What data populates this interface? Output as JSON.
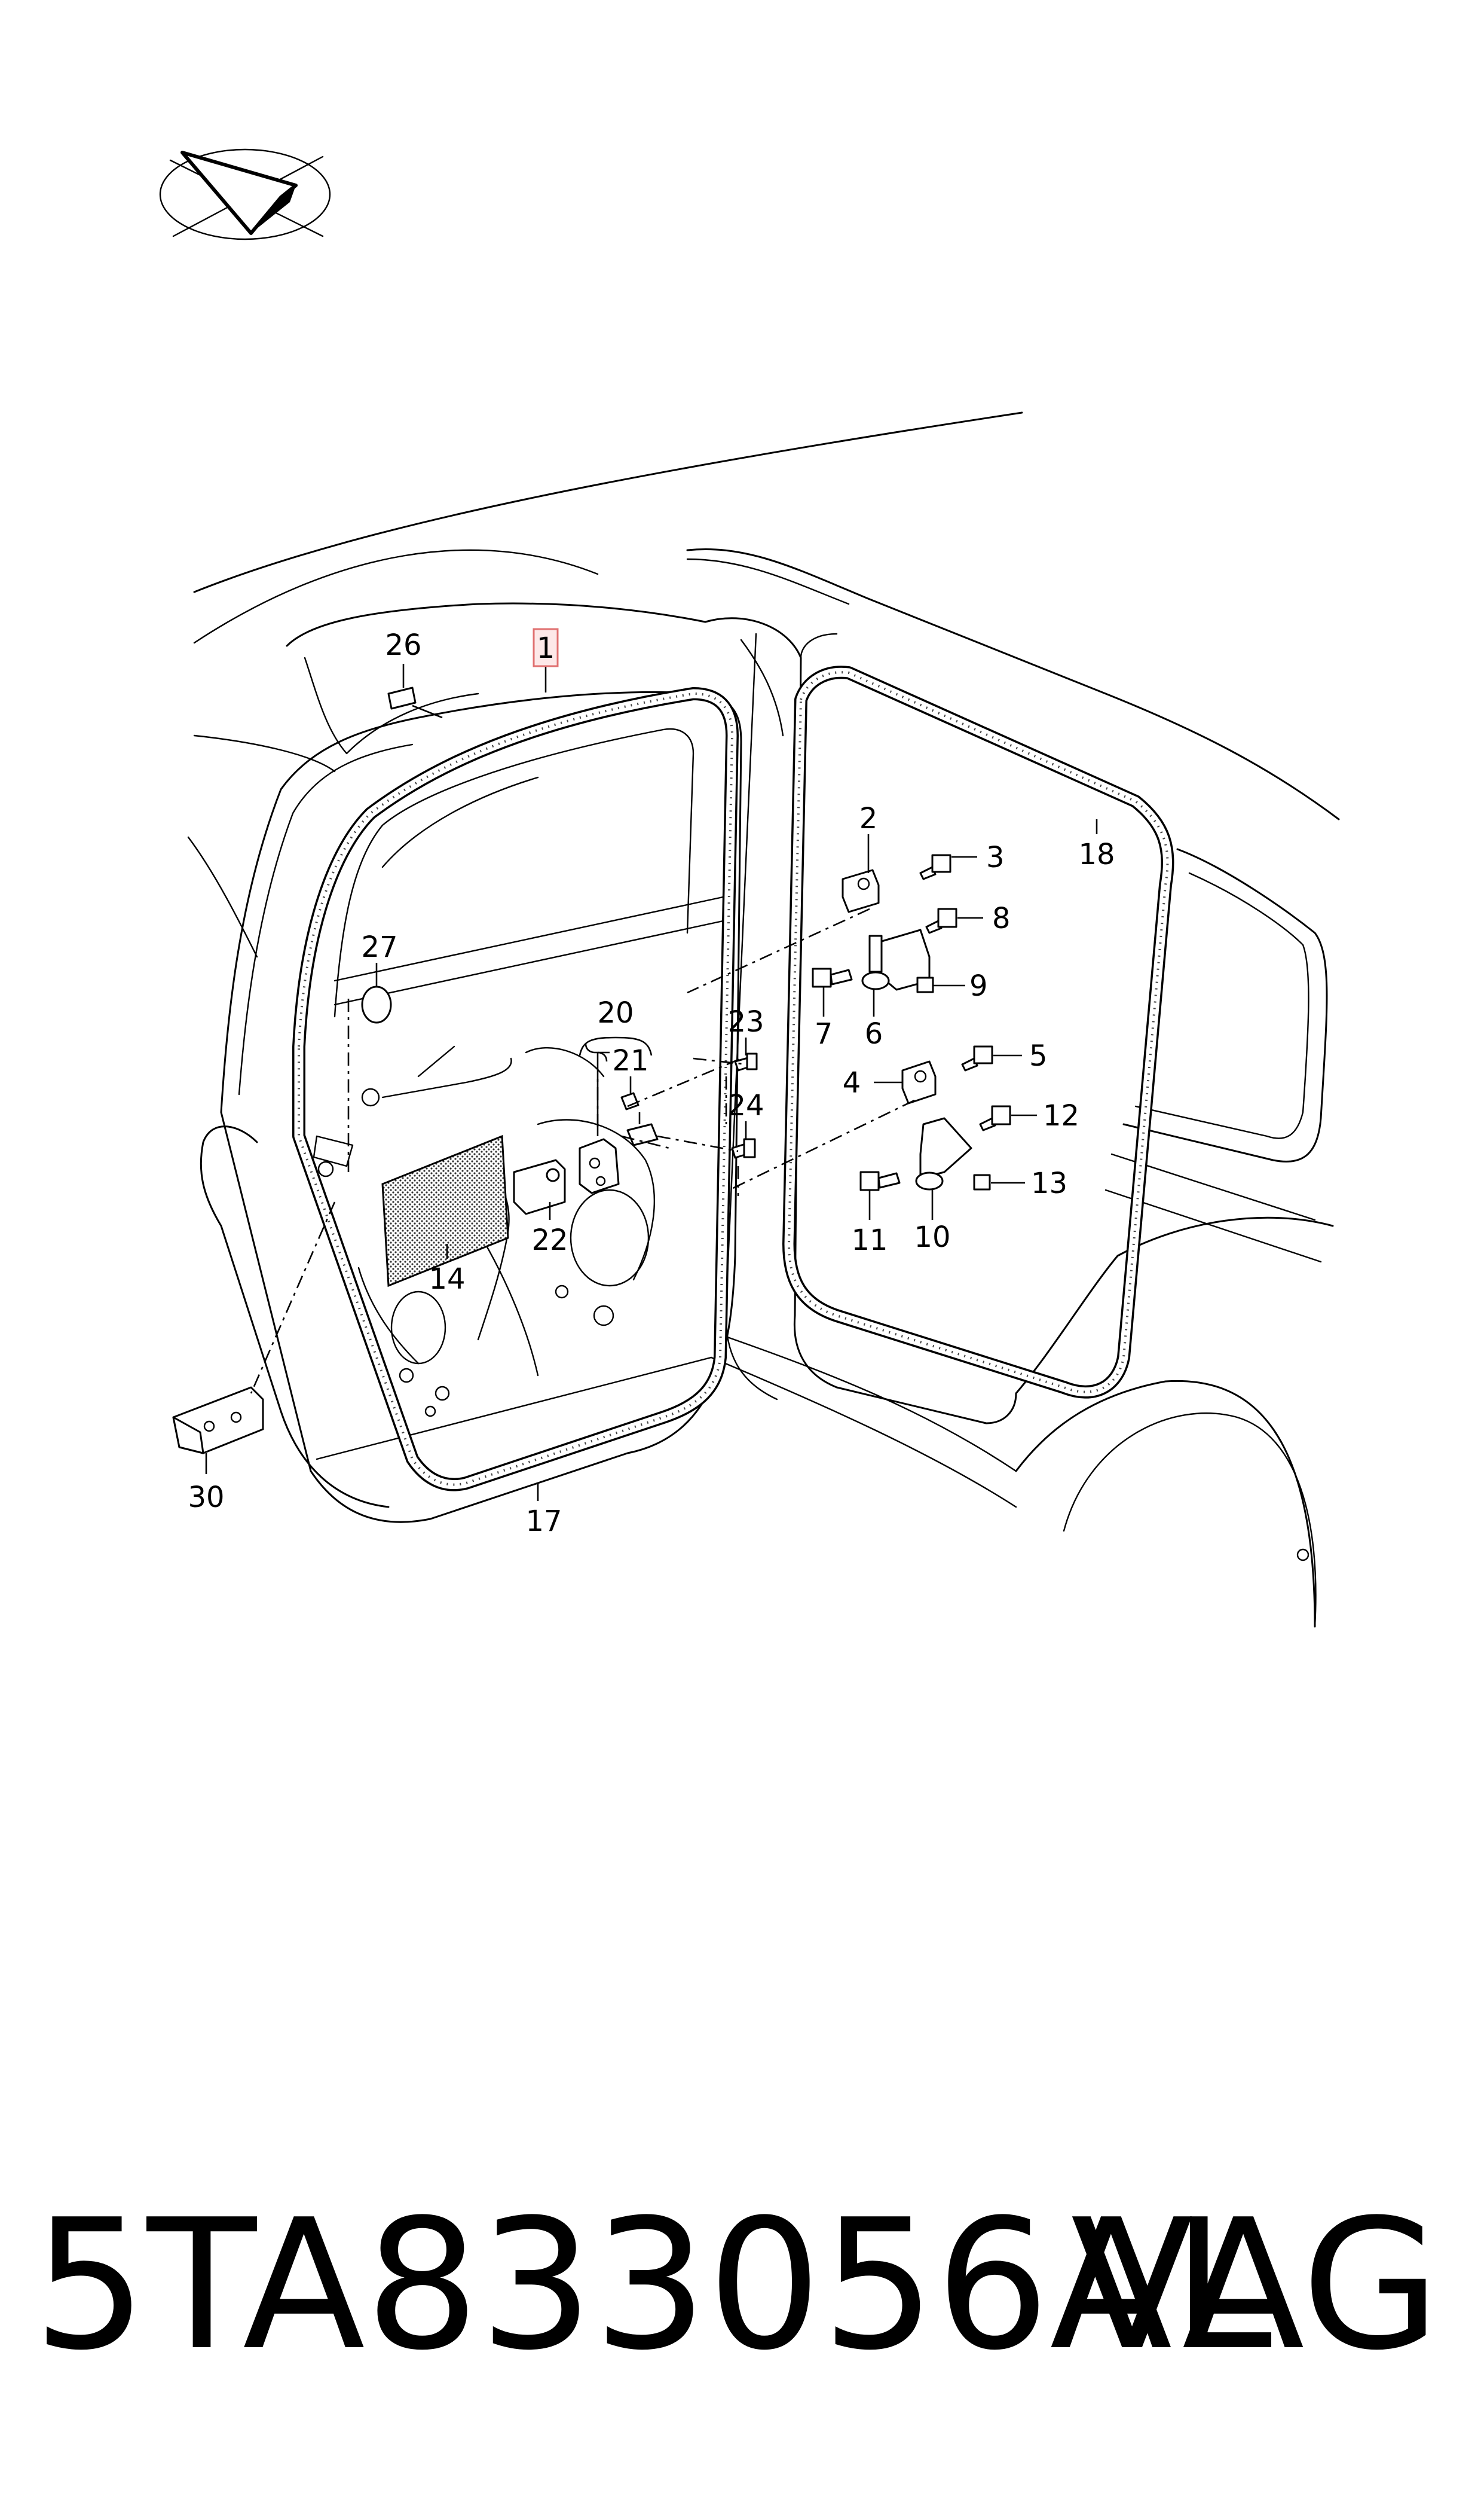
{
  "diagram": {
    "callouts": [
      "1",
      "2",
      "3",
      "4",
      "5",
      "6",
      "7",
      "8",
      "9",
      "10",
      "11",
      "12",
      "13",
      "14",
      "17",
      "18",
      "20",
      "21",
      "22",
      "23",
      "24",
      "26",
      "27",
      "30"
    ],
    "highlighted_callout": "1",
    "highlight_color": "#e07070",
    "orientation_icon": "direction-arrow-icon"
  },
  "footer": {
    "part_number": "5TA833056AL",
    "brand": "VAG"
  }
}
